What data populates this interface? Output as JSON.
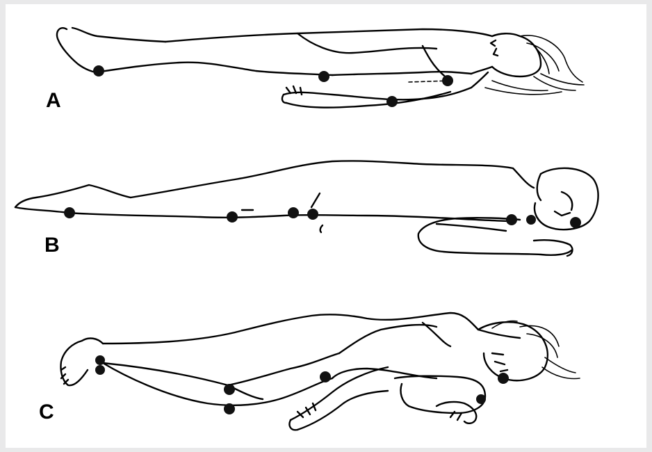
{
  "panels": [
    {
      "id": "A",
      "label": "A",
      "pose": "supine"
    },
    {
      "id": "B",
      "label": "B",
      "pose": "prone"
    },
    {
      "id": "C",
      "label": "C",
      "pose": "side-lying"
    }
  ],
  "colors": {
    "line": "#000000",
    "background": "#ffffff",
    "page": "#e9e9ea",
    "pressure_point": "#111111"
  }
}
